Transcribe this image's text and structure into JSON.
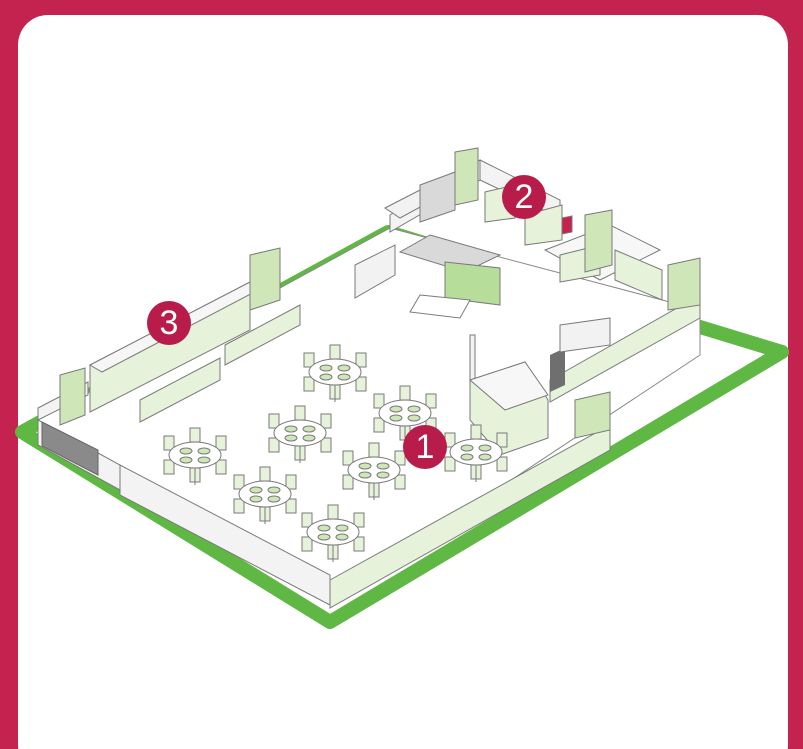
{
  "colors": {
    "frame": "#c42350",
    "card": "#ffffff",
    "accent_green": "#5fb843",
    "light_green": "#e6f2da",
    "mid_green": "#cfe6b8",
    "line": "#7a7a7a",
    "wall_fill": "#f4f4f4",
    "marker_fill": "#b81c4a"
  },
  "markers": [
    {
      "label": "1",
      "area": "dining-area"
    },
    {
      "label": "2",
      "area": "kitchen-area"
    },
    {
      "label": "3",
      "area": "storage-area"
    }
  ],
  "icons": [
    "dining-table-icon",
    "chair-icon",
    "cabinet-icon",
    "shelf-icon",
    "sofa-icon",
    "fire-extinguisher-icon",
    "stove-icon",
    "sink-icon"
  ]
}
